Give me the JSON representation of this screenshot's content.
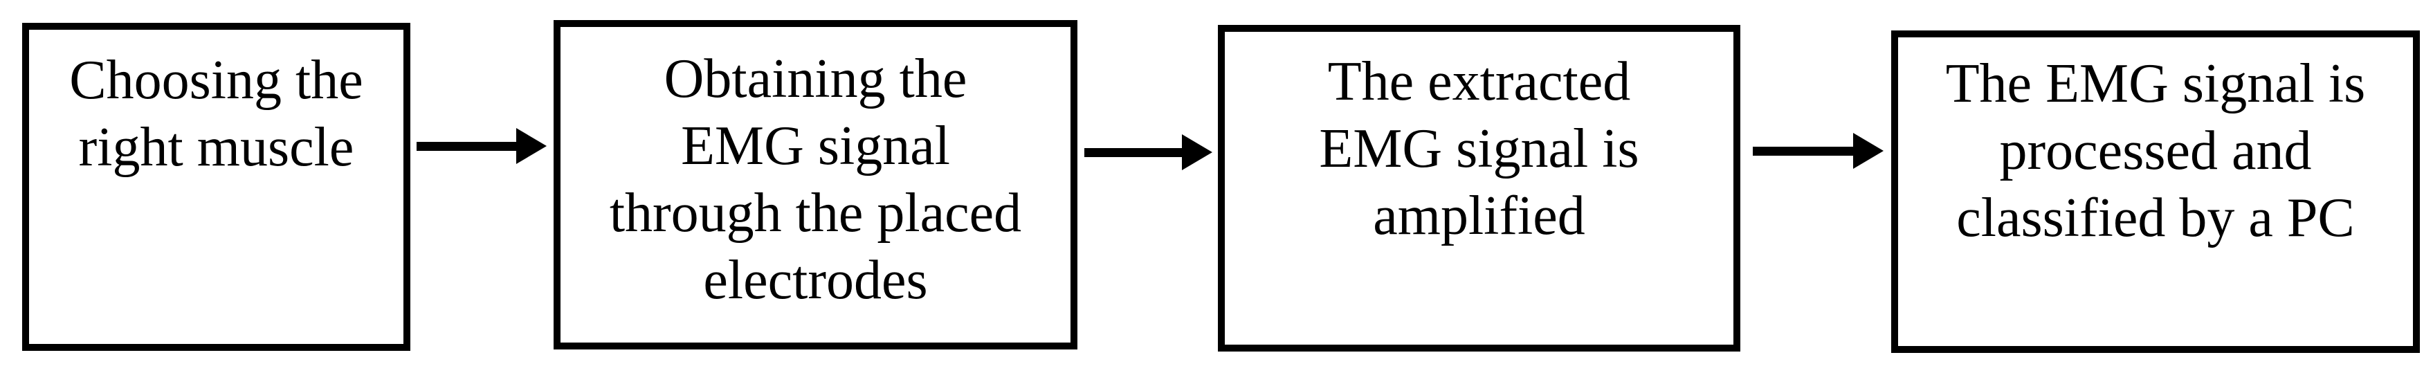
{
  "flowchart": {
    "steps": [
      {
        "text": "Choosing the\nright muscle"
      },
      {
        "text": "Obtaining the\nEMG signal\nthrough the placed\nelectrodes"
      },
      {
        "text": "The extracted\nEMG signal is\namplified"
      },
      {
        "text": "The EMG signal is\nprocessed and\nclassified by a PC"
      }
    ],
    "connector_icon": "right-arrow-icon",
    "colors": {
      "background": "#ffffff",
      "box_border": "#000000",
      "text": "#000000",
      "arrow": "#000000"
    }
  }
}
